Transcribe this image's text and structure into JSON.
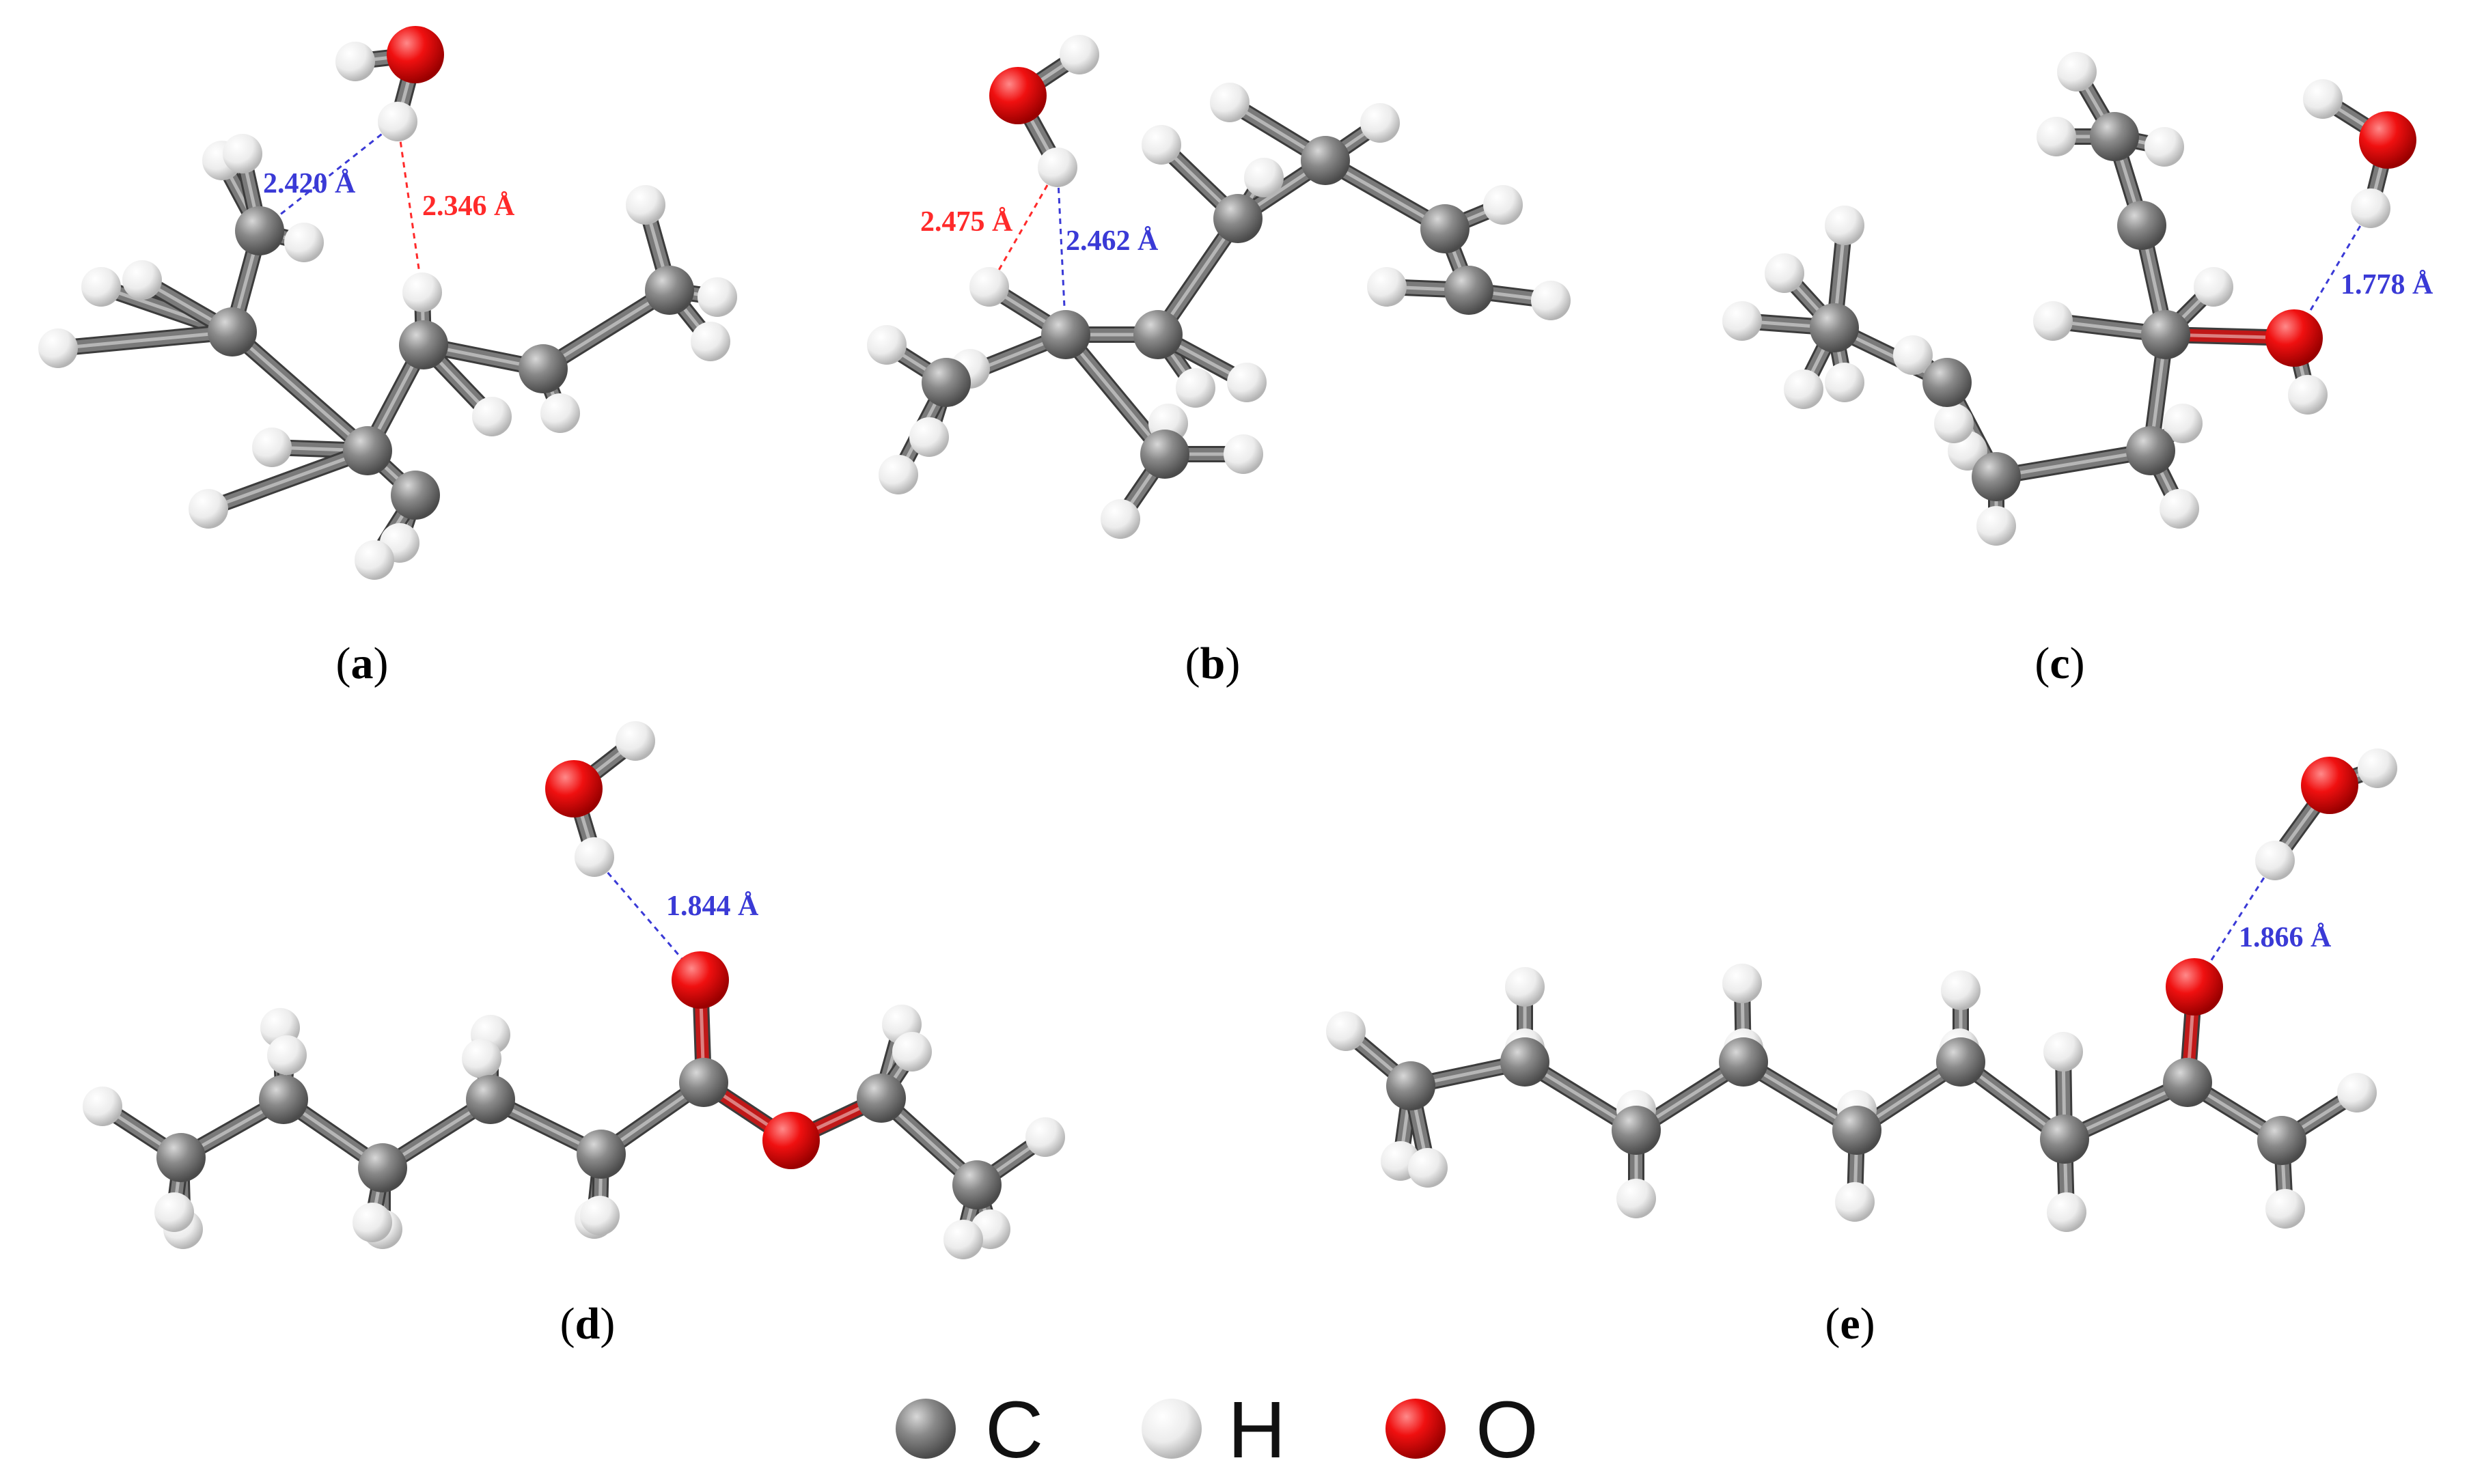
{
  "colors": {
    "carbon": "#808080",
    "hydrogen": "#f4f4f4",
    "oxygen": "#e8000b",
    "hbond_red": "#ff2a2a",
    "hbond_blue": "#3a3ad6"
  },
  "panels": [
    {
      "id": "a",
      "label_open": "(",
      "label_letter": "a",
      "label_close": ")",
      "distances": [
        {
          "text": "2.420 Å",
          "color": "blue"
        },
        {
          "text": "2.346 Å",
          "color": "red"
        }
      ]
    },
    {
      "id": "b",
      "label_open": "(",
      "label_letter": "b",
      "label_close": ")",
      "distances": [
        {
          "text": "2.475 Å",
          "color": "red"
        },
        {
          "text": "2.462 Å",
          "color": "blue"
        }
      ]
    },
    {
      "id": "c",
      "label_open": "(",
      "label_letter": "c",
      "label_close": ")",
      "distances": [
        {
          "text": "1.778 Å",
          "color": "blue"
        }
      ]
    },
    {
      "id": "d",
      "label_open": "(",
      "label_letter": "d",
      "label_close": ")",
      "distances": [
        {
          "text": "1.844 Å",
          "color": "blue"
        }
      ]
    },
    {
      "id": "e",
      "label_open": "(",
      "label_letter": "e",
      "label_close": ")",
      "distances": [
        {
          "text": "1.866 Å",
          "color": "blue"
        }
      ]
    }
  ],
  "legend": [
    {
      "element": "C",
      "symbol": "C"
    },
    {
      "element": "H",
      "symbol": "H"
    },
    {
      "element": "O",
      "symbol": "O"
    }
  ]
}
